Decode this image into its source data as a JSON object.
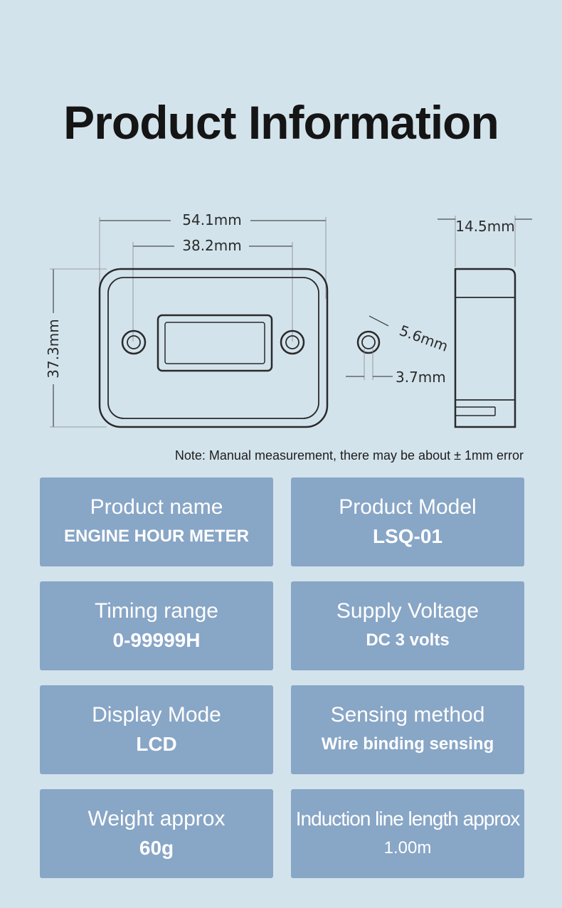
{
  "title": "Product Information",
  "dimensions": {
    "outer_width": "54.1mm",
    "inner_width": "38.2mm",
    "height": "37.3mm",
    "depth": "14.5mm",
    "hole_diameter": "5.6mm",
    "hole_inner": "3.7mm"
  },
  "note": "Note: Manual measurement, there may be about ± 1mm error",
  "specs": [
    {
      "label": "Product name",
      "value": "ENGINE HOUR METER"
    },
    {
      "label": "Product Model",
      "value": "LSQ-01"
    },
    {
      "label": "Timing range",
      "value": "0-99999H"
    },
    {
      "label": "Supply Voltage",
      "value": "DC 3 volts"
    },
    {
      "label": "Display Mode",
      "value": "LCD"
    },
    {
      "label": "Sensing method",
      "value": "Wire binding sensing"
    },
    {
      "label": "Weight approx",
      "value": "60g"
    },
    {
      "label": "Induction line length approx",
      "value": "1.00m"
    }
  ]
}
